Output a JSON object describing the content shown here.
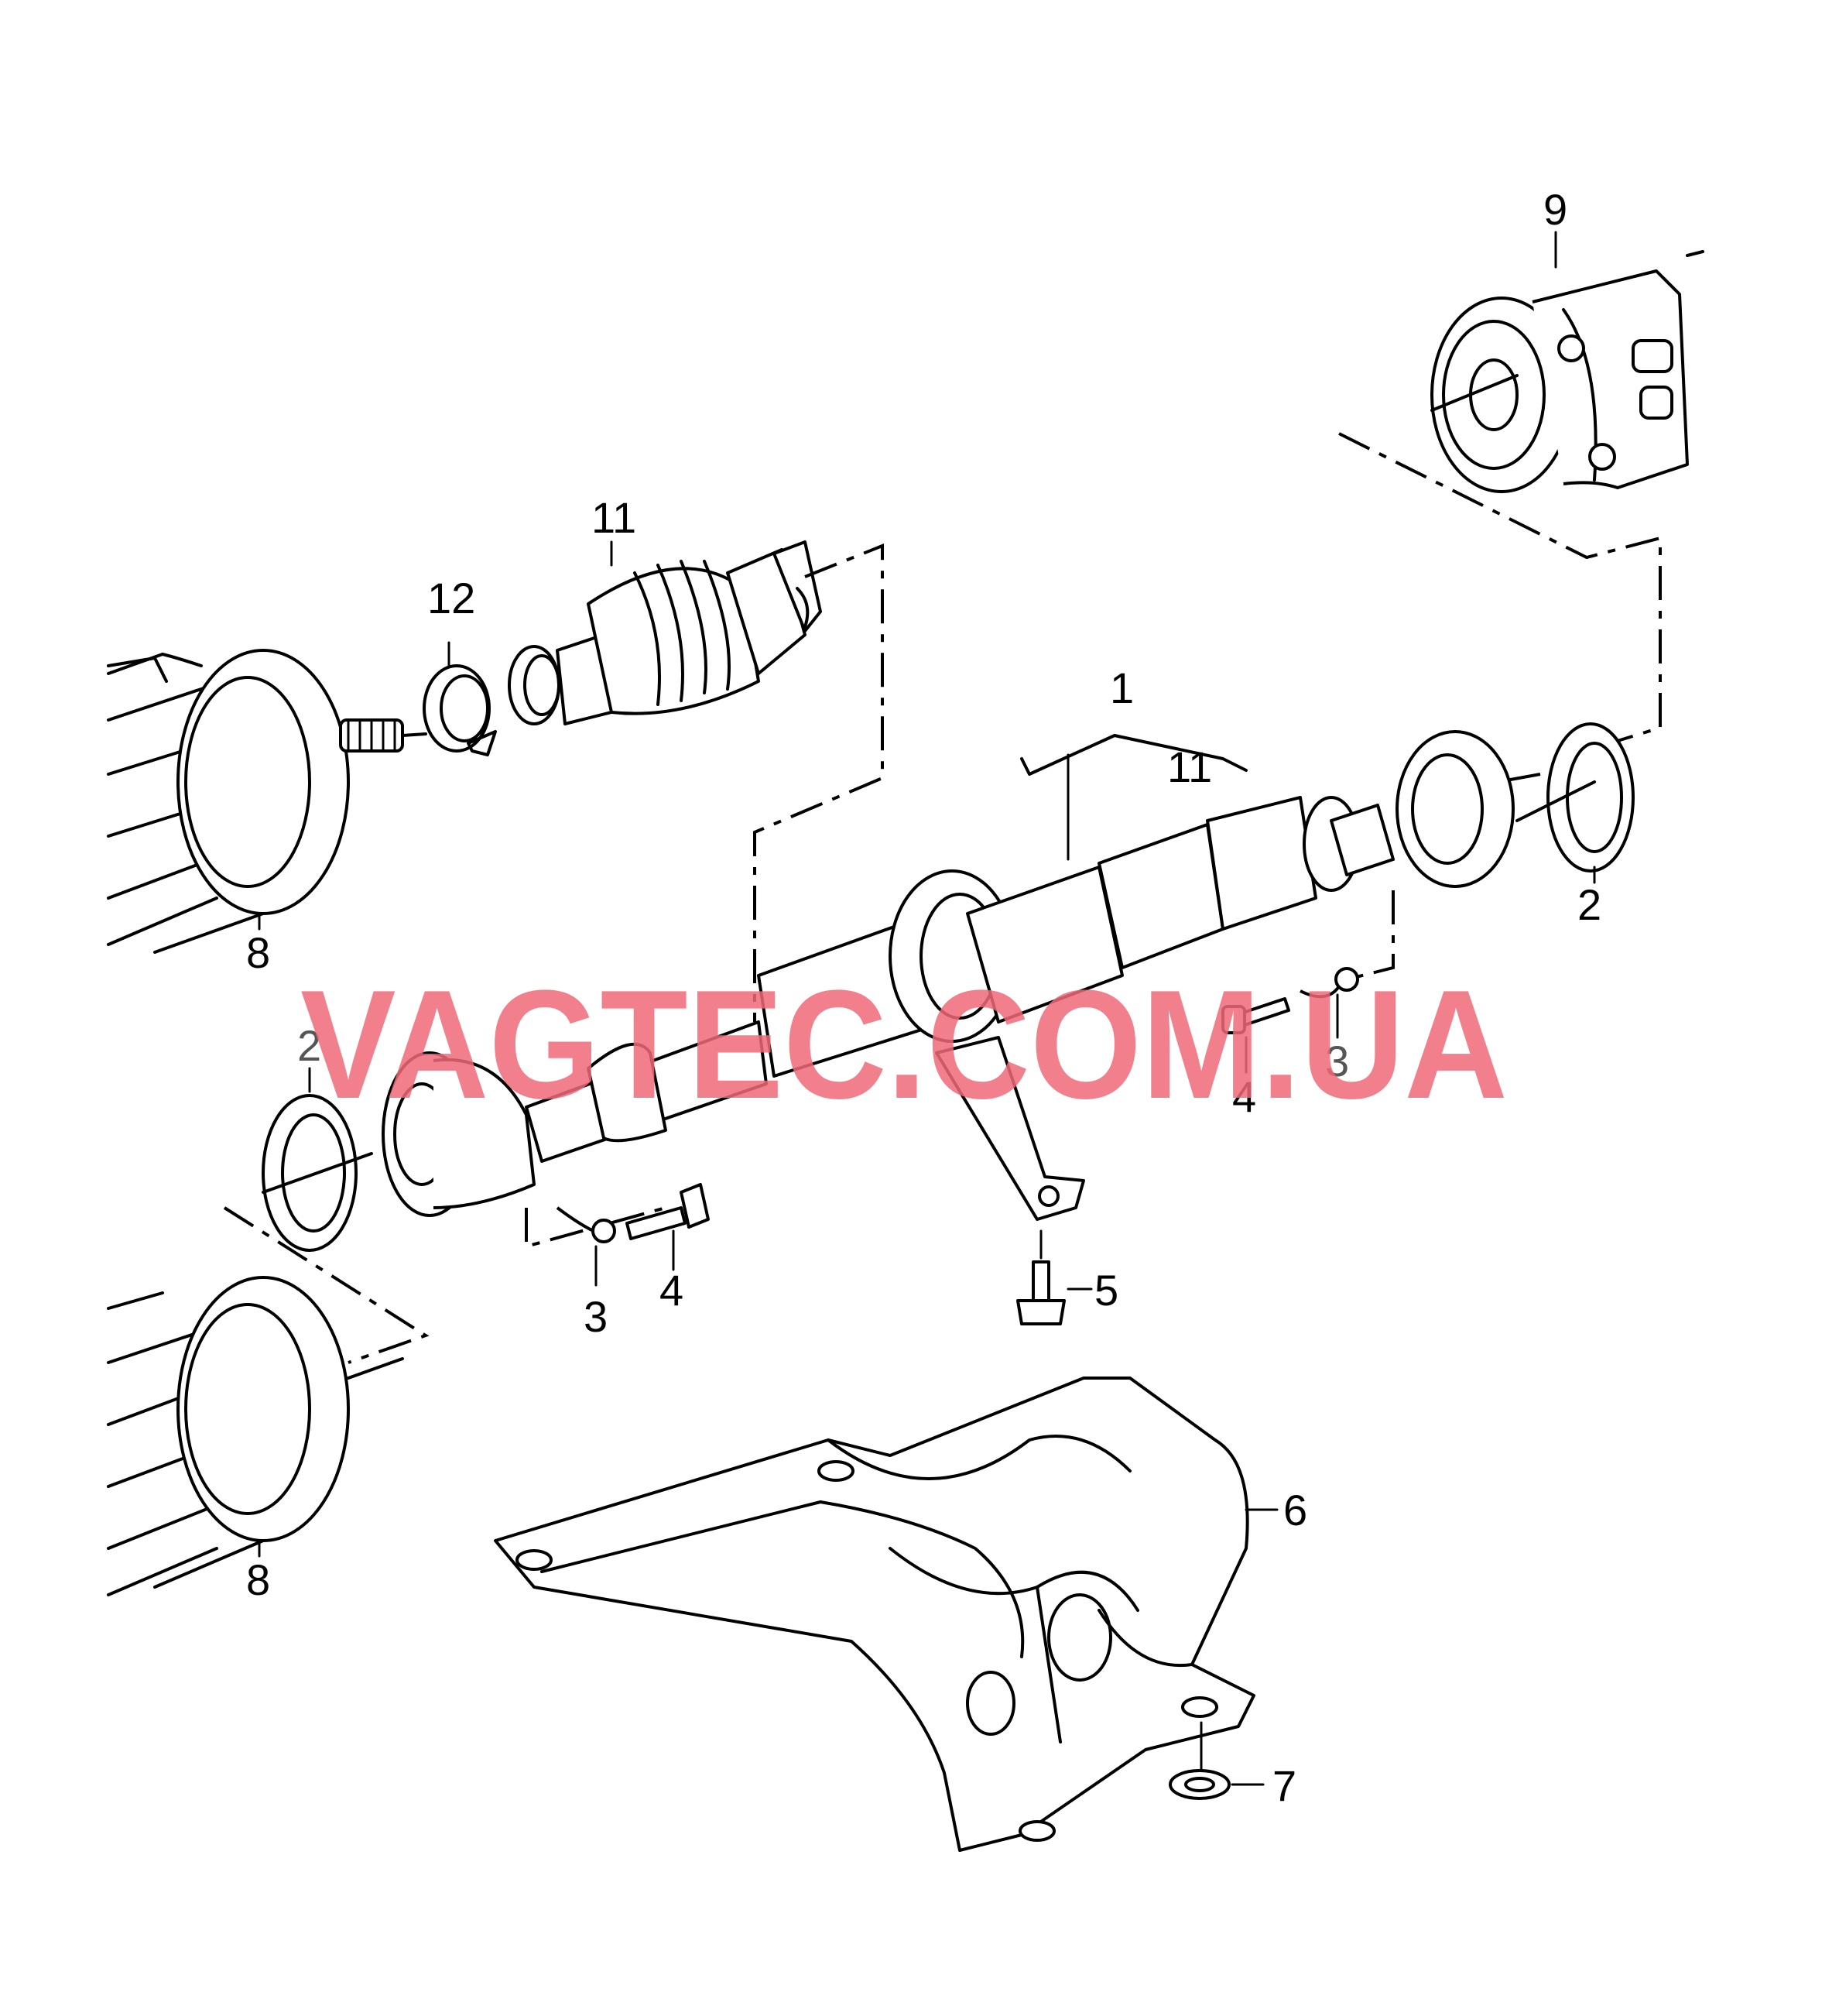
{
  "callouts": {
    "c1": "1",
    "c2a": "2",
    "c2b": "2",
    "c3a": "3",
    "c3b": "3",
    "c4a": "4",
    "c4b": "4",
    "c5": "5",
    "c6": "6",
    "c7": "7",
    "c8a": "8",
    "c8b": "8",
    "c9": "9",
    "c11a": "11",
    "c11b": "11",
    "c12": "12"
  },
  "watermark": "VAGTEC.COM.UA",
  "colors": {
    "line": "#000000",
    "watermark": "#f06a78",
    "background": "#ffffff"
  }
}
